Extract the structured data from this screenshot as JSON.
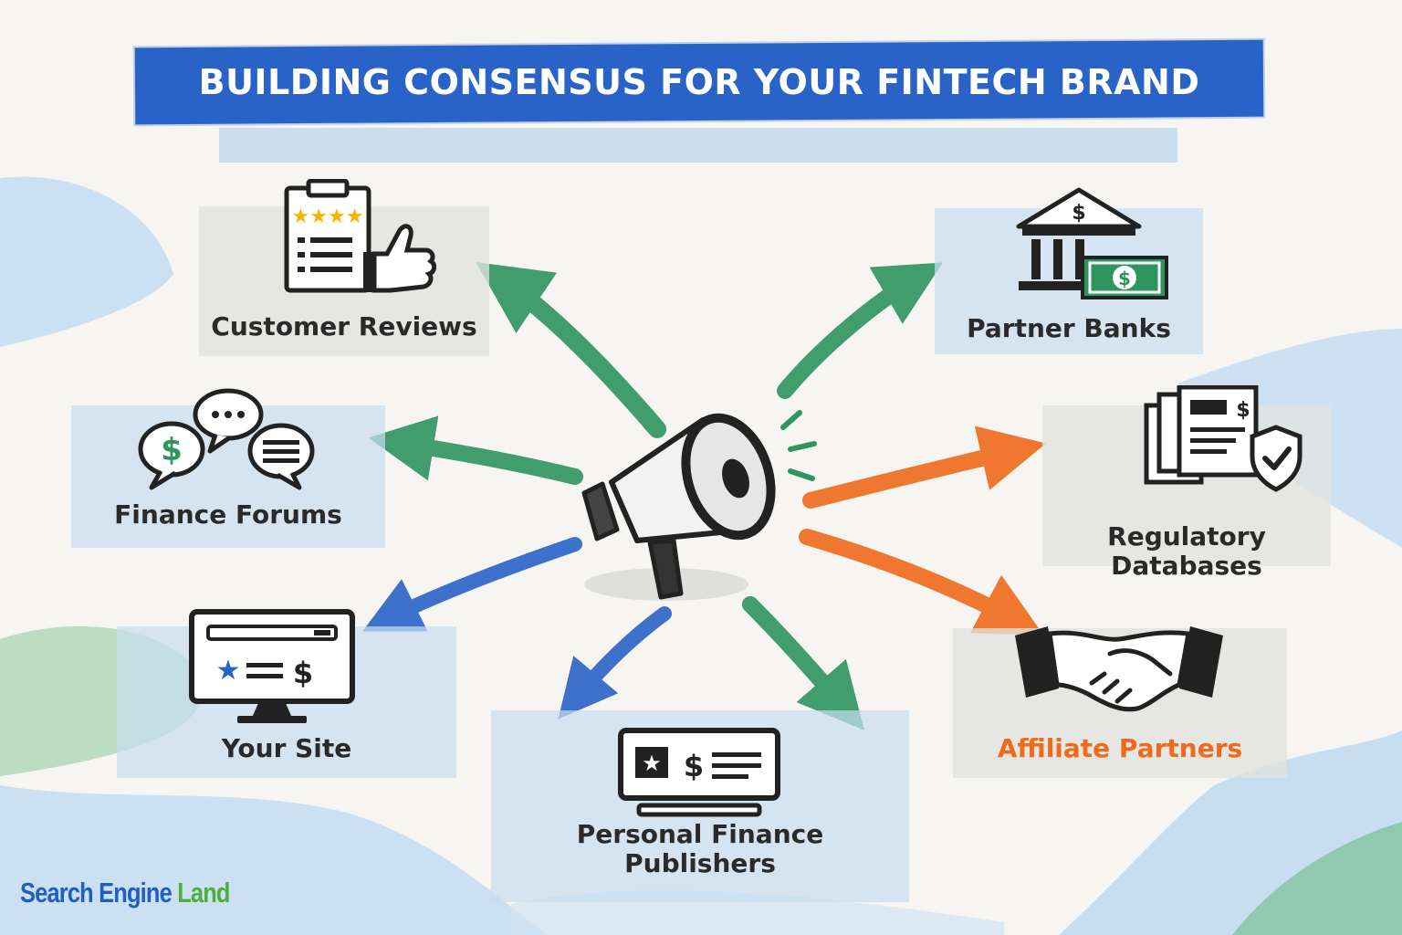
{
  "title": "BUILDING CONSENSUS FOR YOUR FINTECH BRAND",
  "center_icon": "megaphone-icon",
  "nodes": {
    "customer_reviews": {
      "label": "Customer Reviews",
      "icon": "review-clipboard-thumbs-up-icon"
    },
    "finance_forums": {
      "label": "Finance Forums",
      "icon": "chat-bubbles-icon"
    },
    "your_site": {
      "label": "Your Site",
      "icon": "monitor-website-icon"
    },
    "personal_finance_publishers": {
      "label_line1": "Personal Finance",
      "label_line2": "Publishers",
      "icon": "publisher-screen-icon"
    },
    "partner_banks": {
      "label": "Partner Banks",
      "icon": "bank-cash-icon"
    },
    "regulatory_databases": {
      "label": "Regulatory Databases",
      "icon": "documents-shield-icon"
    },
    "affiliate_partners": {
      "label": "Affiliate Partners",
      "icon": "handshake-icon"
    }
  },
  "colors": {
    "title_banner": "#2a63c8",
    "arrow_green": "#2e9460",
    "arrow_blue": "#2a63c8",
    "arrow_orange": "#ef6a1c",
    "affiliate_label": "#ef6a1c"
  },
  "logo": {
    "word1": "Search",
    "word2": "Engine",
    "word3": "Land"
  }
}
